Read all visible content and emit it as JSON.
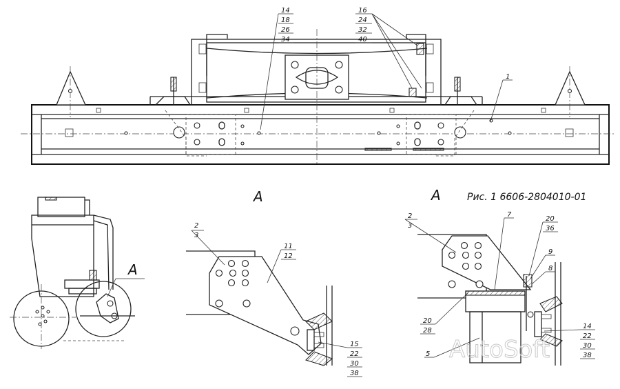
{
  "caption": "Рис. 1  6606-2804010-01",
  "view_labels": {
    "small_view_marker": "A",
    "view_a_left": "A",
    "view_a_right": "A"
  },
  "callouts": {
    "top_14": [
      "14",
      "18",
      "26",
      "34"
    ],
    "top_16": [
      "16",
      "24",
      "32",
      "40"
    ],
    "top_1": "1",
    "midA_23": [
      "2",
      "3"
    ],
    "midA_1112": [
      "11",
      "12"
    ],
    "midA_15": [
      "15",
      "22",
      "30",
      "38"
    ],
    "rightA_23": [
      "2",
      "3"
    ],
    "rightA_7": "7",
    "rightA_2036": [
      "20",
      "36"
    ],
    "rightA_9": "9",
    "rightA_8": "8",
    "rightA_2028": [
      "20",
      "28"
    ],
    "rightA_5": "5",
    "rightA_14": [
      "14",
      "22",
      "30",
      "38"
    ]
  },
  "watermark": "AutoSoft"
}
